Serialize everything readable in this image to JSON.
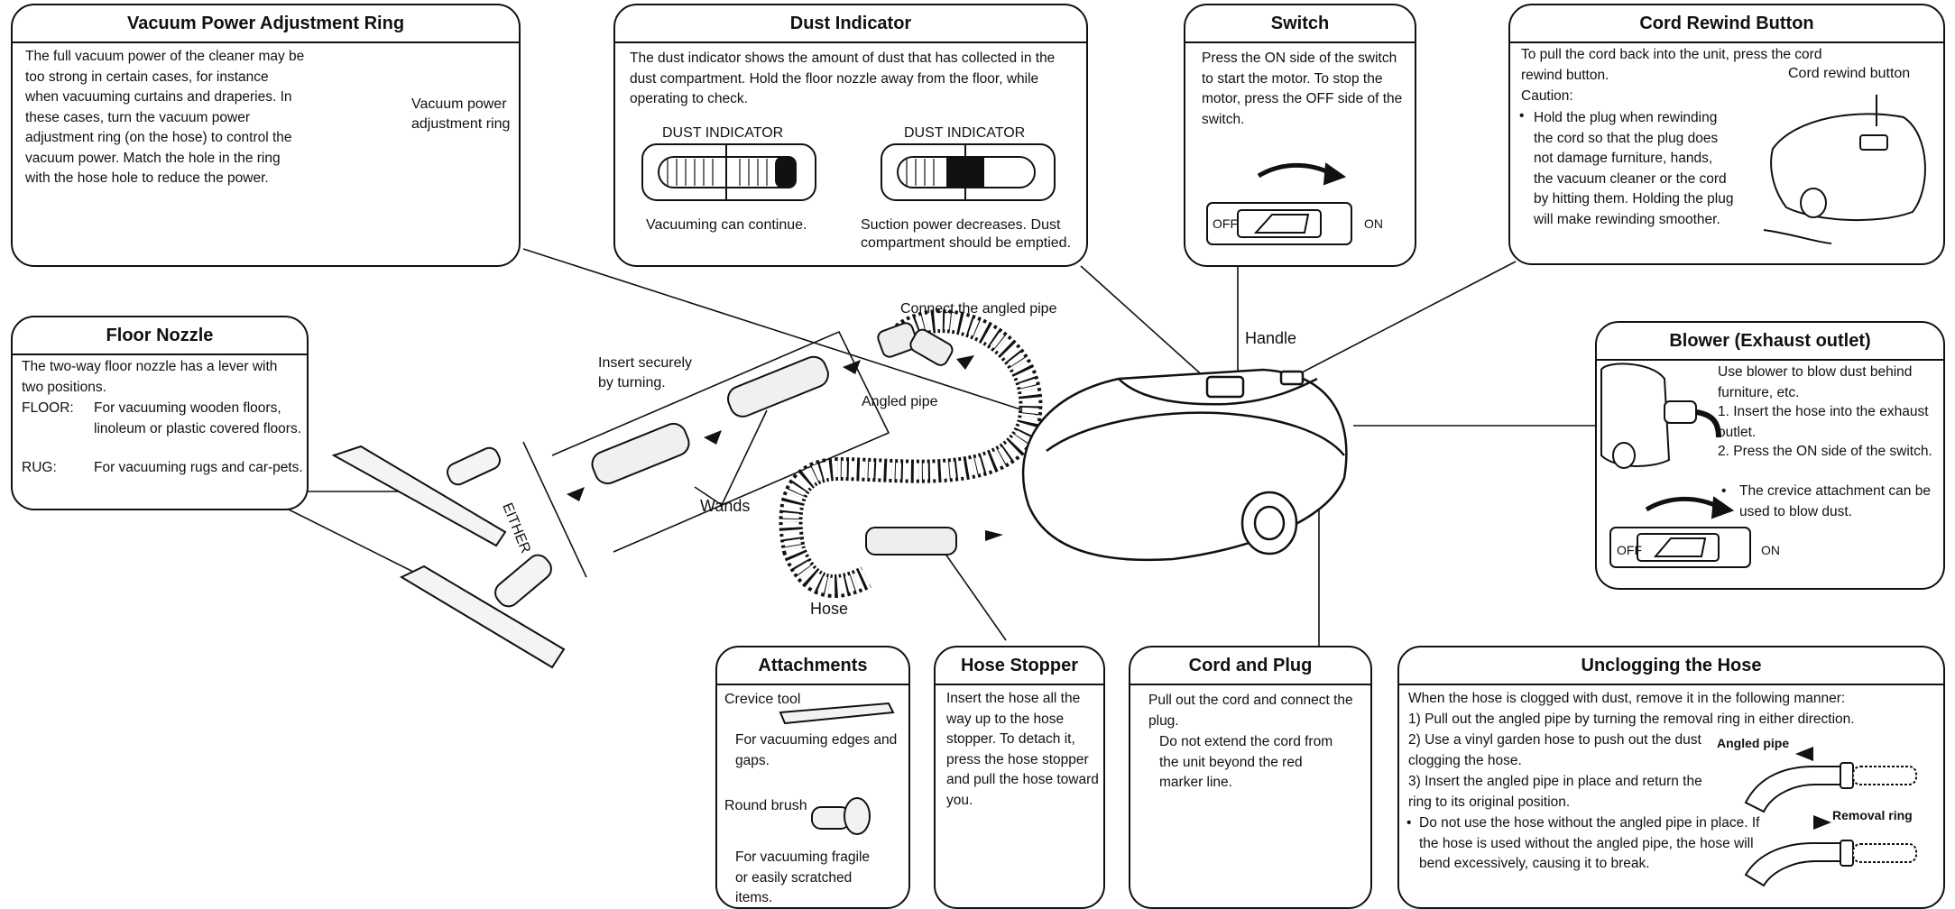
{
  "vacuum_ring": {
    "title": "Vacuum Power Adjustment Ring",
    "body": "The full vacuum power of the cleaner may be too strong in certain cases, for instance when vacuuming curtains and draperies. In these cases, turn the vacuum power adjustment ring (on the hose) to control the vacuum power. Match the hole in the ring with the hose hole to reduce the power.",
    "callout_line1": "Vacuum power",
    "callout_line2": "adjustment ring"
  },
  "dust_indicator": {
    "title": "Dust Indicator",
    "body": "The dust indicator shows the amount of dust that has collected in the dust compartment. Hold the floor nozzle away from the floor, while operating to check.",
    "gauge_label_1": "DUST INDICATOR",
    "gauge_label_2": "DUST INDICATOR",
    "caption_1": "Vacuuming can continue.",
    "caption_2_line1": "Suction power decreases. Dust",
    "caption_2_line2": "compartment should be emptied."
  },
  "switch": {
    "title": "Switch",
    "body": "Press the ON side of the switch to start the motor. To stop the motor, press the OFF side of the switch.",
    "off": "OFF",
    "on": "ON"
  },
  "cord_rewind": {
    "title": "Cord Rewind Button",
    "intro": "To pull the cord back into the unit, press the cord rewind button.",
    "caution": "Caution:",
    "bullet": "Hold the plug when rewinding the cord so that the plug does not damage furniture, hands, the vacuum cleaner or the cord by hitting them. Holding the plug will make rewinding smoother.",
    "callout": "Cord rewind button"
  },
  "floor_nozzle": {
    "title": "Floor Nozzle",
    "intro": "The two-way floor nozzle has a lever with two positions.",
    "floor_key": "FLOOR:",
    "floor_text": "For vacuuming wooden floors, linoleum or plastic covered floors.",
    "rug_key": "RUG:",
    "rug_text": "For vacuuming rugs and car-pets."
  },
  "blower": {
    "title": "Blower (Exhaust outlet)",
    "intro": "Use blower to blow dust behind furniture, etc.",
    "step1": "1. Insert the hose into the exhaust outlet.",
    "step2": "2. Press the ON side of the switch.",
    "note": "The crevice attachment can be used to blow dust.",
    "off": "OFF",
    "on": "ON"
  },
  "attachments": {
    "title": "Attachments",
    "crevice_label": "Crevice tool",
    "crevice_text": "For vacuuming edges and gaps.",
    "brush_label": "Round brush",
    "brush_text": "For vacuuming fragile or easily scratched items."
  },
  "hose_stopper": {
    "title": "Hose Stopper",
    "body": "Insert the hose all the way up to the hose stopper. To detach it, press the hose stopper and pull the hose toward you."
  },
  "cord_plug": {
    "title": "Cord and Plug",
    "line1": "Pull out the cord and connect the plug.",
    "line2": "Do not extend the cord from the unit beyond the red marker line."
  },
  "unclogging": {
    "title": "Unclogging the Hose",
    "intro": "When the hose is clogged with dust, remove it in the following manner:",
    "step1": "1) Pull out the angled pipe by turning the removal ring in either direction.",
    "step2": "2) Use a vinyl garden hose to push out the dust clogging the hose.",
    "step3": "3) Insert the angled pipe in place and return the ring to its original position.",
    "bullet": "Do not use the hose without the angled pipe in place. If the hose is used without the angled pipe, the hose will bend excessively, causing it to break.",
    "fig_angled": "Angled pipe",
    "fig_ring": "Removal ring"
  },
  "labels": {
    "connect": "Connect the angled pipe",
    "insert_1": "Insert securely",
    "insert_2": "by turning.",
    "angled_pipe": "Angled pipe",
    "wands": "Wands",
    "hose": "Hose",
    "handle": "Handle",
    "either": "EITHER"
  }
}
